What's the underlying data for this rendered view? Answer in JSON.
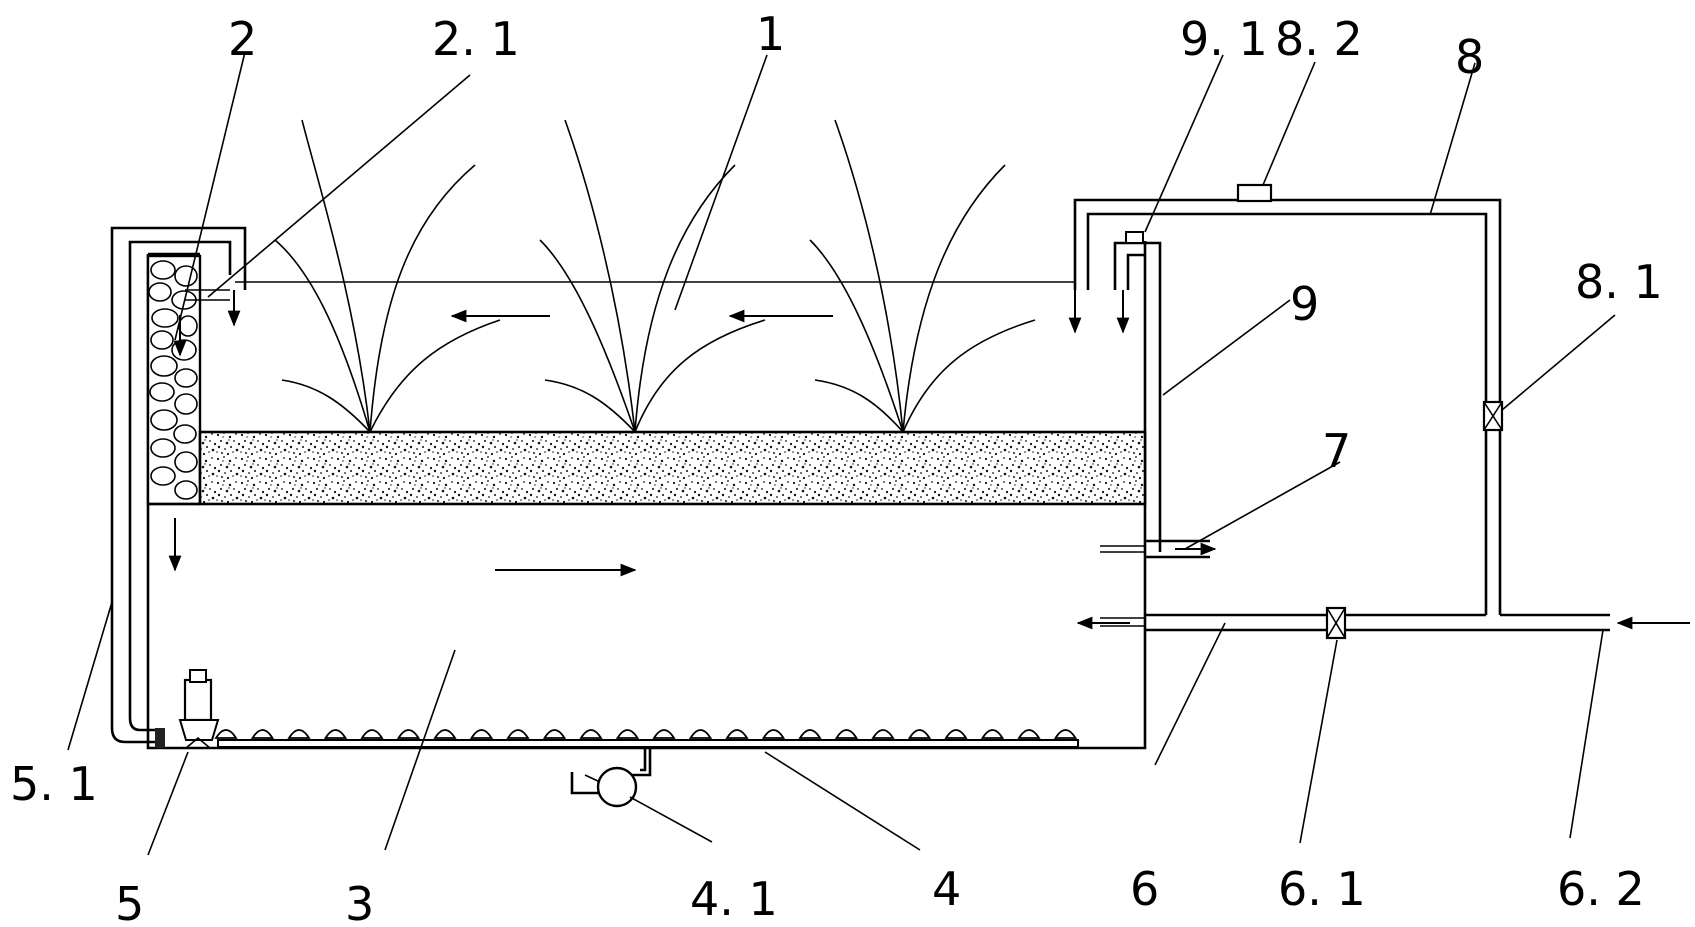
{
  "labels": {
    "l1": "1",
    "l2": "2",
    "l2_1": "2. 1",
    "l3": "3",
    "l4": "4",
    "l4_1": "4. 1",
    "l5": "5",
    "l5_1": "5. 1",
    "l6": "6",
    "l6_1": "6. 1",
    "l6_2": "6. 2",
    "l7": "7",
    "l8": "8",
    "l8_1": "8. 1",
    "l8_2": "8. 2",
    "l9": "9",
    "l9_1": "9. 1"
  }
}
